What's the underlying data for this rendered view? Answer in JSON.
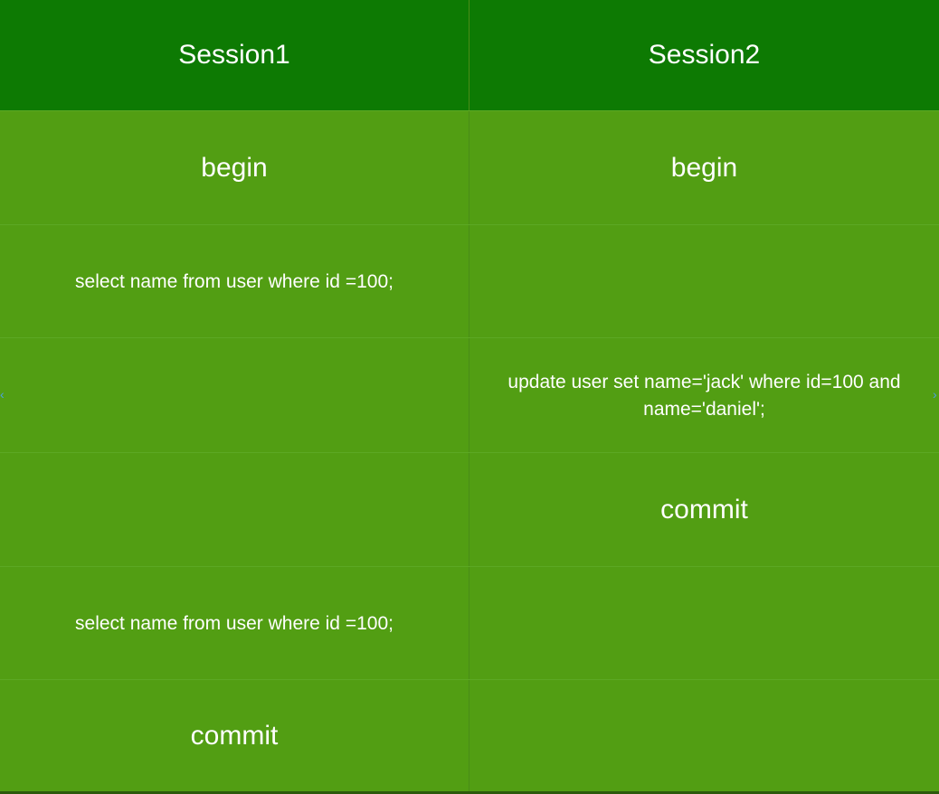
{
  "headers": {
    "session1": "Session1",
    "session2": "Session2"
  },
  "rows": [
    {
      "left": "begin",
      "right": "begin"
    },
    {
      "left": "select name from user where id =100;",
      "right": ""
    },
    {
      "left": "",
      "right": "update user set name='jack' where id=100 and name='daniel';"
    },
    {
      "left": "",
      "right": "commit"
    },
    {
      "left": "select name from user where id =100;",
      "right": ""
    },
    {
      "left": "commit",
      "right": ""
    }
  ],
  "colors": {
    "header": "#0d7a03",
    "body": "#529e13",
    "text": "#ffffff"
  }
}
